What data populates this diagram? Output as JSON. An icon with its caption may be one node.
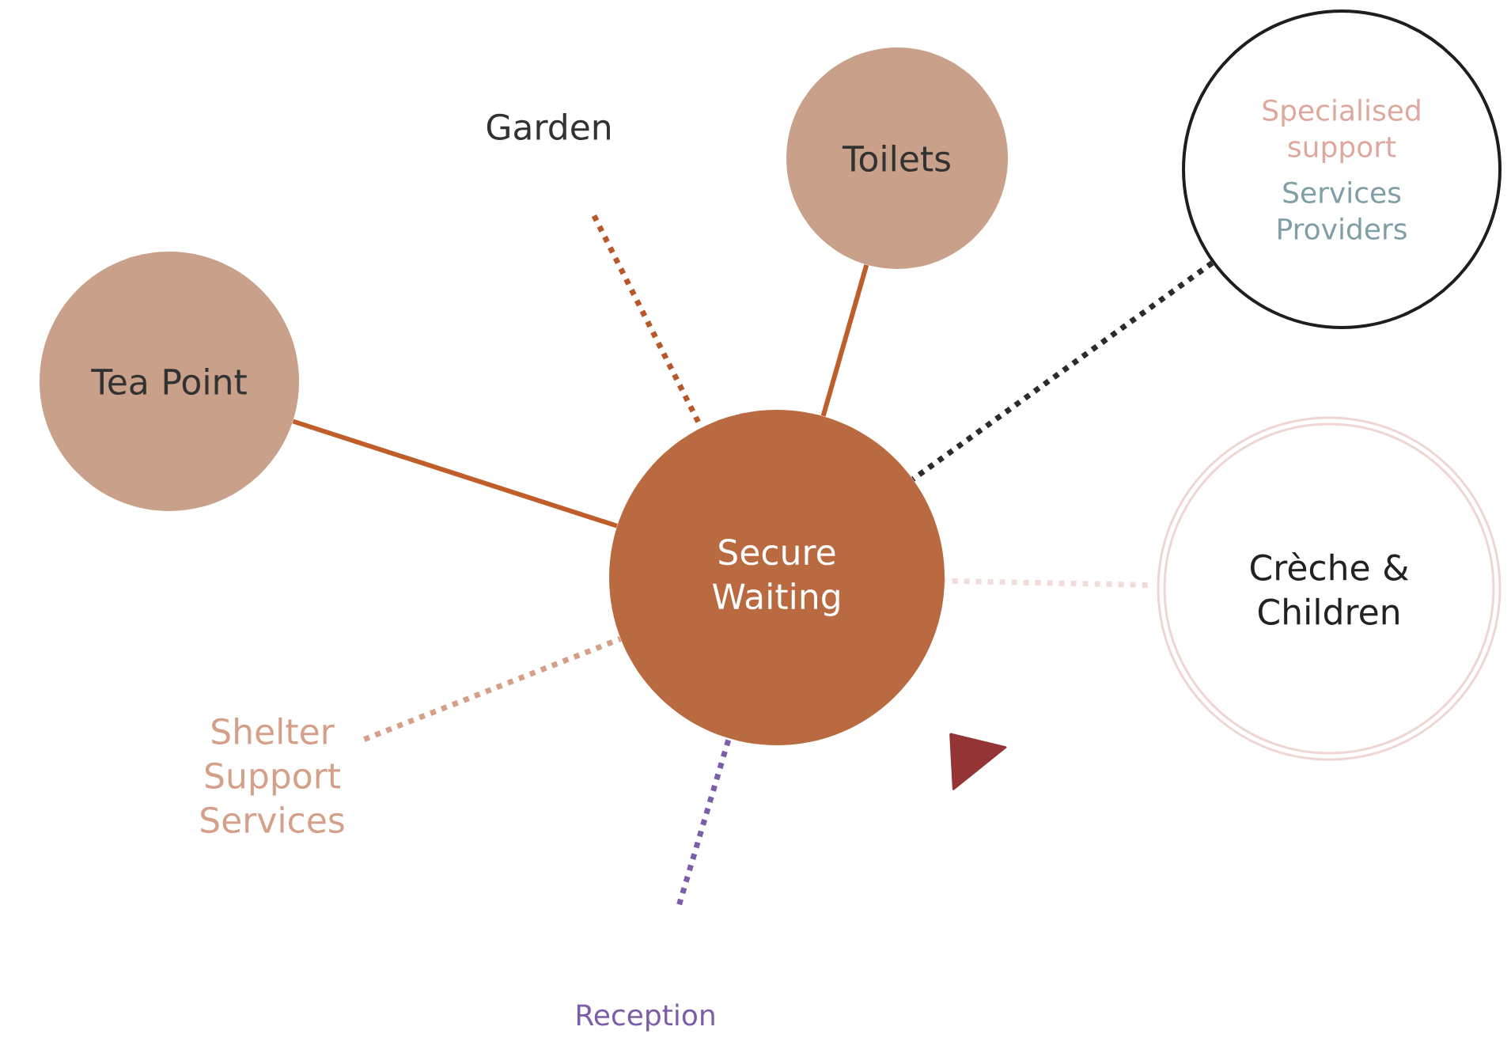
{
  "diagram": {
    "nodes": [
      {
        "text": [
          "Secure Waiting"
        ]
      },
      {
        "text": [
          "Garden"
        ]
      },
      {
        "text": [
          "Toilets"
        ]
      },
      {
        "text": [
          "Tea Point"
        ]
      },
      {
        "text": [
          "Specialised support",
          "Services Providers"
        ]
      },
      {
        "text": [
          "Crèche & Children"
        ]
      },
      {
        "text": [
          "Shelter Support Services"
        ]
      },
      {
        "text": [
          "Reception"
        ]
      }
    ],
    "edges": [
      {
        "from": 1,
        "to": 0,
        "arrow": "none",
        "style": "dashed",
        "color": "#b8582a"
      },
      {
        "from": 2,
        "to": 0,
        "arrow": "none",
        "color": "#bf5e2a"
      },
      {
        "from": 3,
        "to": 0,
        "arrow": "none",
        "color": "#bf5e2a"
      },
      {
        "from": 4,
        "to": 0,
        "arrow": "none",
        "style": "dashed",
        "color": "#2b2b2b"
      },
      {
        "from": 5,
        "to": 0,
        "arrow": "none",
        "style": "dashed",
        "color": "#f2dcda"
      },
      {
        "from": 6,
        "to": 0,
        "arrow": "none",
        "style": "dashed",
        "color": "#d4a08a"
      },
      {
        "from": 7,
        "to": 0,
        "arrow": "none",
        "style": "dashed",
        "color": "#7b5ea7"
      }
    ]
  }
}
